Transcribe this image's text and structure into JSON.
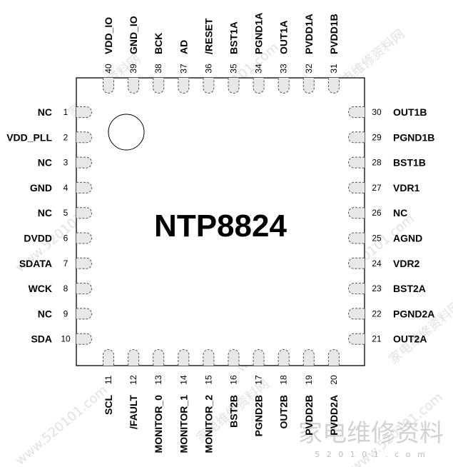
{
  "chip": {
    "name": "NTP8824"
  },
  "pins": {
    "left": [
      {
        "num": "1",
        "name": "NC"
      },
      {
        "num": "2",
        "name": "VDD_PLL"
      },
      {
        "num": "3",
        "name": "NC"
      },
      {
        "num": "4",
        "name": "GND"
      },
      {
        "num": "5",
        "name": "NC"
      },
      {
        "num": "6",
        "name": "DVDD"
      },
      {
        "num": "7",
        "name": "SDATA"
      },
      {
        "num": "8",
        "name": "WCK"
      },
      {
        "num": "9",
        "name": "NC"
      },
      {
        "num": "10",
        "name": "SDA"
      }
    ],
    "right": [
      {
        "num": "30",
        "name": "OUT1B"
      },
      {
        "num": "29",
        "name": "PGND1B"
      },
      {
        "num": "28",
        "name": "BST1B"
      },
      {
        "num": "27",
        "name": "VDR1"
      },
      {
        "num": "26",
        "name": "NC"
      },
      {
        "num": "25",
        "name": "AGND"
      },
      {
        "num": "24",
        "name": "VDR2"
      },
      {
        "num": "23",
        "name": "BST2A"
      },
      {
        "num": "22",
        "name": "PGND2A"
      },
      {
        "num": "21",
        "name": "OUT2A"
      }
    ],
    "top": [
      {
        "num": "40",
        "name": "VDD_IO"
      },
      {
        "num": "39",
        "name": "GND_IO"
      },
      {
        "num": "38",
        "name": "BCK"
      },
      {
        "num": "37",
        "name": "AD"
      },
      {
        "num": "36",
        "name": "/RESET"
      },
      {
        "num": "35",
        "name": "BST1A"
      },
      {
        "num": "34",
        "name": "PGND1A"
      },
      {
        "num": "33",
        "name": "OUT1A"
      },
      {
        "num": "32",
        "name": "PVDD1A"
      },
      {
        "num": "31",
        "name": "PVDD1B"
      }
    ],
    "bottom": [
      {
        "num": "11",
        "name": "SCL"
      },
      {
        "num": "12",
        "name": "/FAULT"
      },
      {
        "num": "13",
        "name": "MONITOR_0"
      },
      {
        "num": "14",
        "name": "MONITOR_1"
      },
      {
        "num": "15",
        "name": "MONITOR_2"
      },
      {
        "num": "16",
        "name": "BST2B"
      },
      {
        "num": "17",
        "name": "PGND2B"
      },
      {
        "num": "18",
        "name": "OUT2B"
      },
      {
        "num": "19",
        "name": "PVDD2B"
      },
      {
        "num": "20",
        "name": "PVDD2A"
      }
    ]
  },
  "watermark": {
    "text": "家电维修资料网",
    "url": "www.520101.com",
    "logo_text": "家电维修资料",
    "logo_url": "5 2 0 1 0 1 . c o m"
  }
}
